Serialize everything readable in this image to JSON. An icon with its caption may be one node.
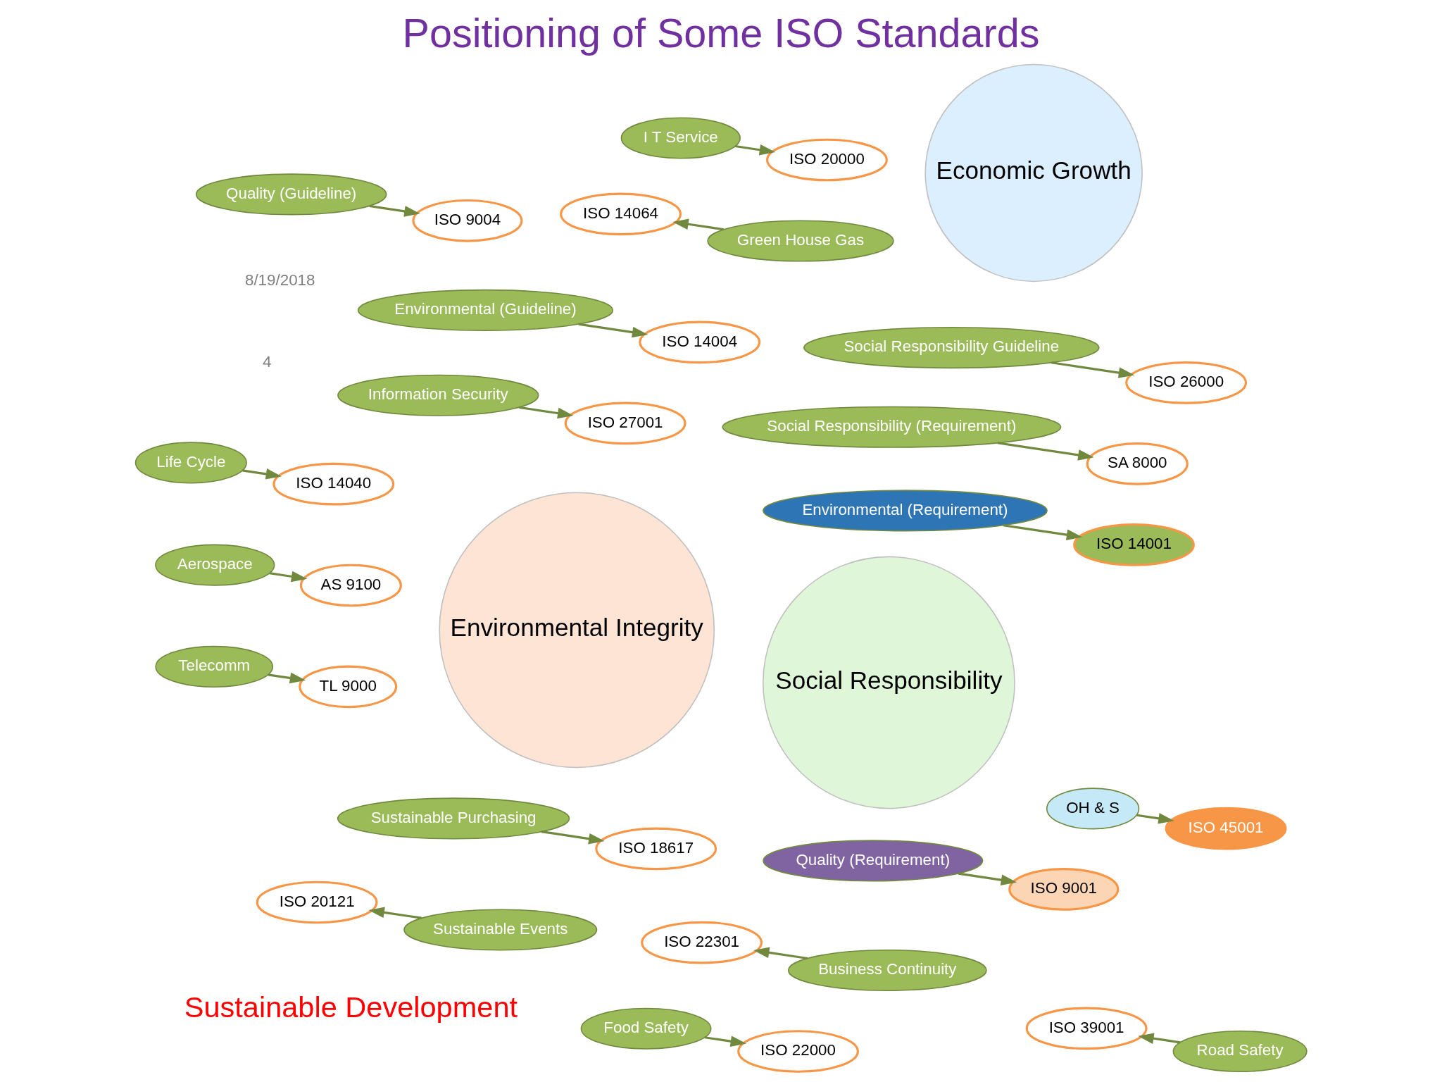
{
  "diagram": {
    "title": "Positioning of Some ISO Standards",
    "nodes": [
      {
        "text": [
          "Economic Growth"
        ]
      },
      {
        "text": [
          "Environmental Integrity"
        ]
      },
      {
        "text": [
          "Social Responsibility"
        ]
      },
      {
        "text": [
          "Information Security"
        ]
      },
      {
        "text": [
          "ISO 27001"
        ]
      },
      {
        "text": [
          "Aerospace"
        ]
      },
      {
        "text": [
          "AS 9100"
        ]
      },
      {
        "text": [
          "Quality (Requirement)"
        ]
      },
      {
        "text": [
          "ISO 9001"
        ]
      },
      {
        "text": [
          "I T Service"
        ]
      },
      {
        "text": [
          "ISO 20000"
        ]
      },
      {
        "text": [
          "Quality (Guideline)"
        ]
      },
      {
        "text": [
          "ISO 9004"
        ]
      },
      {
        "text": [
          "Telecomm"
        ]
      },
      {
        "text": [
          "TL 9000"
        ]
      },
      {
        "text": [
          "Food Safety"
        ]
      },
      {
        "text": [
          "ISO 22000"
        ]
      },
      {
        "text": [
          "OH & S"
        ]
      },
      {
        "text": [
          "ISO 45001"
        ]
      },
      {
        "text": [
          "Environmental (Requirement)"
        ]
      },
      {
        "text": [
          "ISO 14001"
        ]
      },
      {
        "text": [
          "Sustainable Purchasing"
        ]
      },
      {
        "text": [
          "ISO 18617"
        ]
      },
      {
        "text": [
          "Social Responsibility (Requirement)"
        ]
      },
      {
        "text": [
          "SA 8000"
        ]
      },
      {
        "text": [
          "Environmental (Guideline)"
        ]
      },
      {
        "text": [
          "ISO 14004"
        ]
      },
      {
        "text": [
          "Social Responsibility Guideline"
        ]
      },
      {
        "text": [
          "ISO 26000"
        ]
      },
      {
        "text": [
          "Life Cycle"
        ]
      },
      {
        "text": [
          "ISO 14040"
        ]
      },
      {
        "text": [
          "ISO 20121"
        ]
      },
      {
        "text": [
          "Sustainable Events"
        ]
      },
      {
        "text": [
          "ISO 22301"
        ]
      },
      {
        "text": [
          "Business Continuity"
        ]
      },
      {
        "text": [
          "ISO 14064"
        ]
      },
      {
        "text": [
          "Green House Gas"
        ]
      },
      {
        "text": [
          "ISO 39001"
        ]
      },
      {
        "text": [
          "Road Safety"
        ]
      }
    ],
    "edges": [
      {
        "from": 3,
        "to": 4,
        "arrow": "to"
      },
      {
        "from": 5,
        "to": 6,
        "arrow": "to"
      },
      {
        "from": 7,
        "to": 8,
        "arrow": "to"
      },
      {
        "from": 9,
        "to": 10,
        "arrow": "to"
      },
      {
        "from": 11,
        "to": 12,
        "arrow": "to"
      },
      {
        "from": 13,
        "to": 14,
        "arrow": "to"
      },
      {
        "from": 15,
        "to": 16,
        "arrow": "to"
      },
      {
        "from": 17,
        "to": 18,
        "arrow": "to"
      },
      {
        "from": 19,
        "to": 20,
        "arrow": "to"
      },
      {
        "from": 21,
        "to": 22,
        "arrow": "to"
      },
      {
        "from": 23,
        "to": 24,
        "arrow": "to"
      },
      {
        "from": 25,
        "to": 26,
        "arrow": "to"
      },
      {
        "from": 27,
        "to": 28,
        "arrow": "to"
      },
      {
        "from": 29,
        "to": 30,
        "arrow": "to"
      },
      {
        "from": 32,
        "to": 31,
        "arrow": "to"
      },
      {
        "from": 34,
        "to": 33,
        "arrow": "to"
      },
      {
        "from": 36,
        "to": 35,
        "arrow": "to"
      },
      {
        "from": 38,
        "to": 37,
        "arrow": "to"
      }
    ],
    "labels": [
      "Sustainable Development",
      "8/19/2018",
      "4"
    ]
  }
}
